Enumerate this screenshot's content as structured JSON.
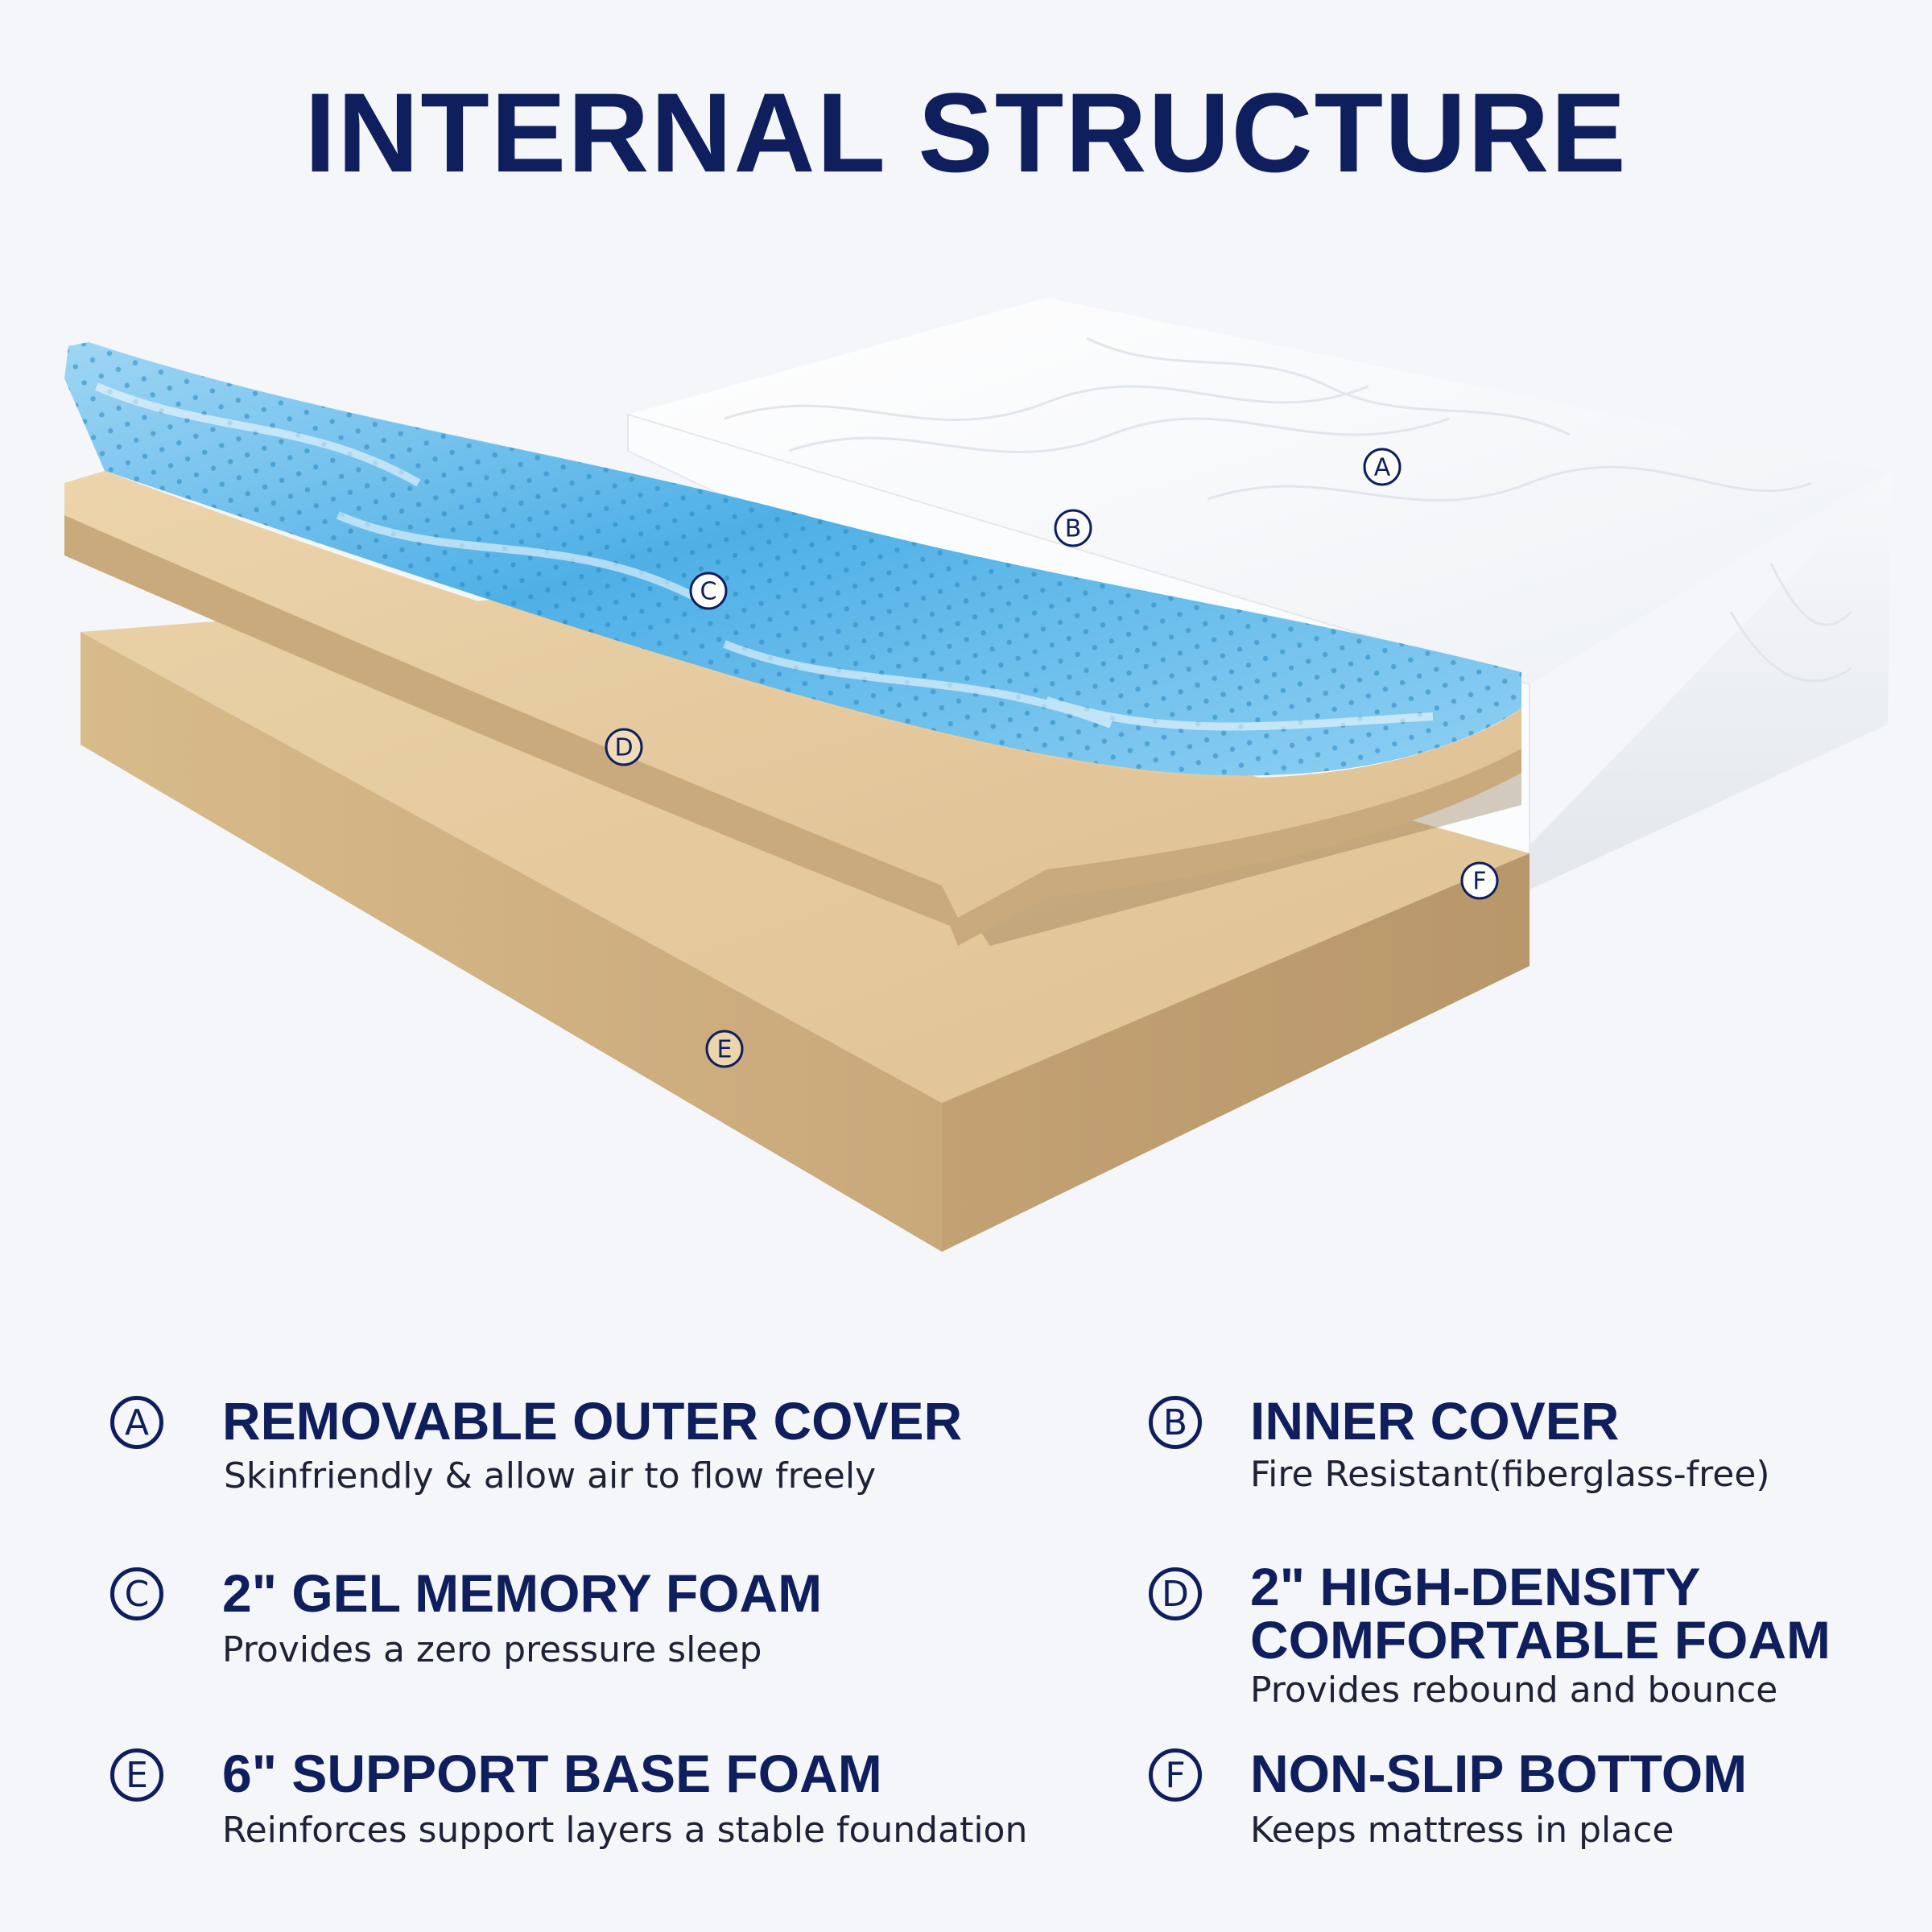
{
  "title": "INTERNAL STRUCTURE",
  "markers": [
    "A",
    "B",
    "C",
    "D",
    "E",
    "F"
  ],
  "legend": [
    {
      "letter": "A",
      "title": "REMOVABLE OUTER COVER",
      "desc": "Skinfriendly & allow air to flow freely"
    },
    {
      "letter": "B",
      "title": "INNER COVER",
      "desc": "Fire Resistant(fiberglass-free)"
    },
    {
      "letter": "C",
      "title": "2\" GEL MEMORY FOAM",
      "desc": "Provides a zero pressure sleep"
    },
    {
      "letter": "D",
      "title": "2\" HIGH-DENSITY",
      "title2": "COMFORTABLE FOAM",
      "desc": "Provides rebound and bounce"
    },
    {
      "letter": "E",
      "title": "6\" SUPPORT BASE FOAM",
      "desc": "Reinforces support layers a stable foundation"
    },
    {
      "letter": "F",
      "title": "NON-SLIP BOTTOM",
      "desc": "Keeps mattress in place"
    }
  ],
  "colors": {
    "navy": "#0f1e5c",
    "foam": "#e6ca9c",
    "gel": "#5fb7e8",
    "cover": "#ffffff"
  }
}
